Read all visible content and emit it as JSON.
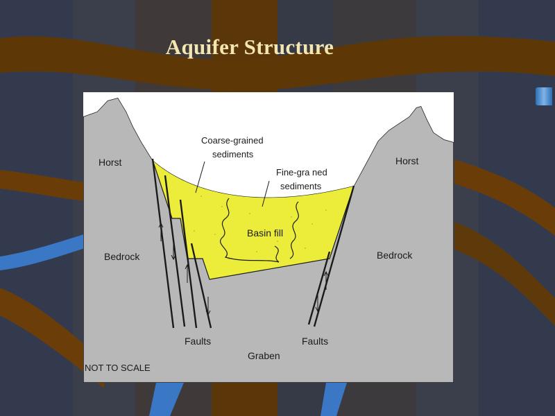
{
  "slide": {
    "title": "Aquifer Structure"
  },
  "diagram": {
    "labels": {
      "horst_left": "Horst",
      "horst_right": "Horst",
      "bedrock_left": "Bedrock",
      "bedrock_right": "Bedrock",
      "coarse_line1": "Coarse-grained",
      "coarse_line2": "sediments",
      "fine_line1": "Fine-gra ned",
      "fine_line2": "sediments",
      "basin_fill": "Basin fill",
      "faults_left": "Faults",
      "faults_right": "Faults",
      "graben": "Graben",
      "not_to_scale": "NOT TO SCALE"
    },
    "colors": {
      "bedrock": "#b9b8b8",
      "basin_fill": "#ecec3a",
      "outline": "#1a1a1a"
    }
  }
}
